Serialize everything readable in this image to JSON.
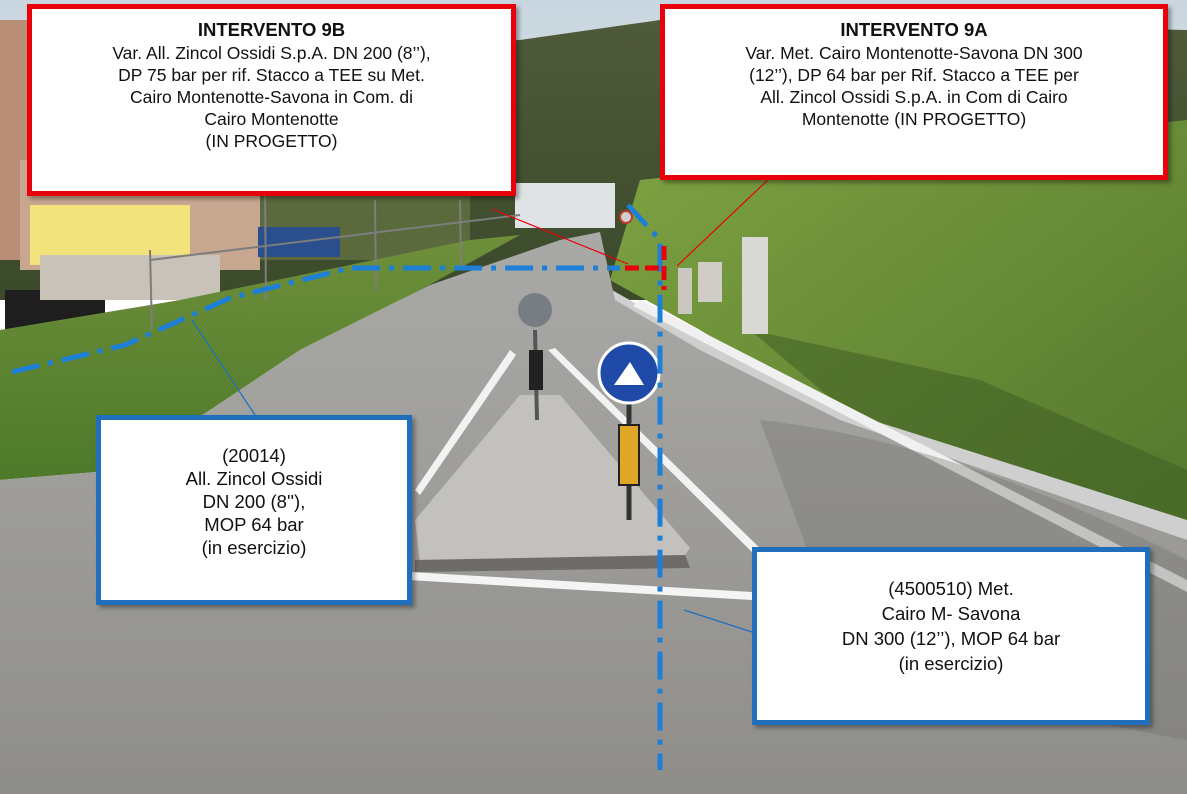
{
  "callouts": {
    "intervento_9b": {
      "title": "INTERVENTO 9B",
      "lines": [
        "Var. All. Zincol Ossidi S.p.A. DN 200 (8’’),",
        "DP 75 bar per rif. Stacco a TEE su Met.",
        "Cairo Montenotte-Savona in Com. di",
        "Cairo Montenotte",
        "(IN PROGETTO)"
      ],
      "border_color": "#e8000b"
    },
    "intervento_9a": {
      "title": "INTERVENTO 9A",
      "lines": [
        "Var. Met. Cairo Montenotte-Savona DN 300",
        "(12’’), DP 64 bar per Rif. Stacco a TEE per",
        "All. Zincol Ossidi S.p.A. in Com di Cairo",
        "Montenotte (IN PROGETTO)"
      ],
      "border_color": "#e8000b"
    },
    "zincol_existing": {
      "lines": [
        "(20014)",
        "All. Zincol Ossidi",
        "DN 200 (8''),",
        "MOP 64 bar",
        "(in esercizio)"
      ],
      "border_color": "#1f6fbd"
    },
    "met_existing": {
      "lines": [
        "(4500510) Met.",
        "Cairo M- Savona",
        "DN 300 (12’’), MOP 64 bar",
        "(in esercizio)"
      ],
      "border_color": "#1f6fbd"
    }
  },
  "pipeline_colors": {
    "existing": "#1d7fd6",
    "planned": "#e8000b"
  }
}
